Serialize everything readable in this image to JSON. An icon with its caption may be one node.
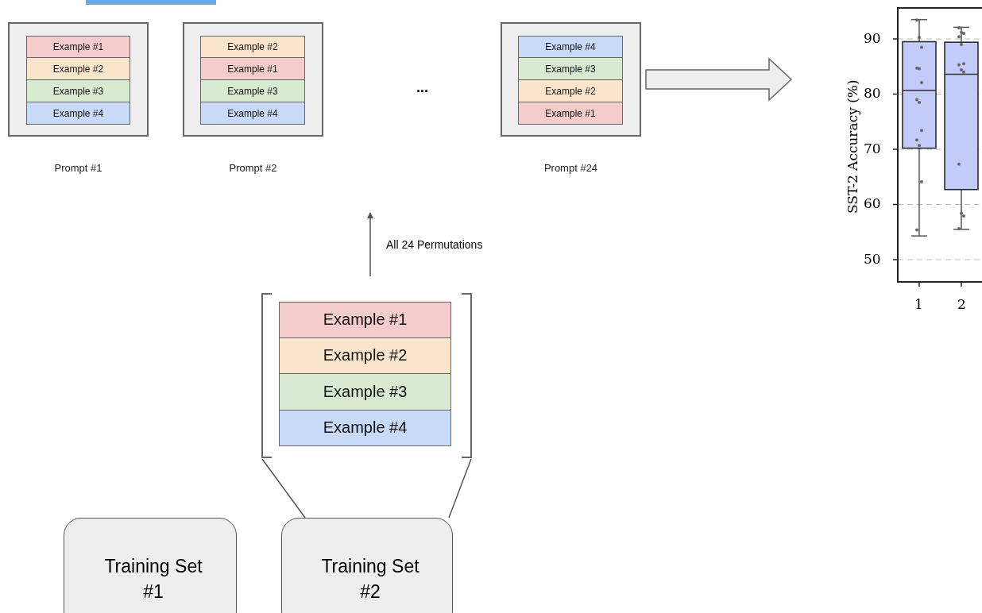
{
  "diagram": {
    "nodes": [
      {
        "text": [],
        "shape": "box",
        "beside": [
          "Prompt #1"
        ]
      },
      {
        "text": [
          "Example #1"
        ],
        "in": 0
      },
      {
        "text": [
          "Example #2"
        ],
        "in": 0
      },
      {
        "text": [
          "Example #3"
        ],
        "in": 0
      },
      {
        "text": [
          "Example #4"
        ],
        "in": 0
      },
      {
        "text": [],
        "shape": "box",
        "beside": [
          "Prompt #2"
        ]
      },
      {
        "text": [
          "Example #2"
        ],
        "in": 5
      },
      {
        "text": [
          "Example #1"
        ],
        "in": 5
      },
      {
        "text": [
          "Example #3"
        ],
        "in": 5
      },
      {
        "text": [
          "Example #4"
        ],
        "in": 5
      },
      {
        "text": [],
        "shape": "box",
        "beside": [
          "Prompt #24"
        ]
      },
      {
        "text": [
          "Example #4"
        ],
        "in": 10
      },
      {
        "text": [
          "Example #3"
        ],
        "in": 10
      },
      {
        "text": [
          "Example #2"
        ],
        "in": 10
      },
      {
        "text": [
          "Example #1"
        ],
        "in": 10
      },
      {
        "text": [],
        "shape": "picture"
      },
      {
        "text": [],
        "shape": "bracket"
      },
      {
        "text": [
          "Example #1"
        ],
        "in": 16
      },
      {
        "text": [
          "Example #2"
        ],
        "in": 16
      },
      {
        "text": [
          "Example #3"
        ],
        "in": 16
      },
      {
        "text": [
          "Example #4"
        ],
        "in": 16
      },
      {
        "text": [
          "Training Set #1"
        ]
      },
      {
        "text": [
          "Training Set #2"
        ]
      }
    ],
    "edges": [
      {
        "from": 10,
        "to": 15,
        "arrow": "to",
        "style": "thick"
      },
      {
        "from": 16,
        "to": null,
        "arrow": "to",
        "label": "All 24 Permutations"
      },
      {
        "from": 22,
        "to": 16,
        "arrow": "none"
      }
    ],
    "labels": [
      "...",
      "SST-2 Accuracy (%)",
      "90",
      "80",
      "70",
      "60",
      "50",
      "1",
      "2"
    ]
  }
}
